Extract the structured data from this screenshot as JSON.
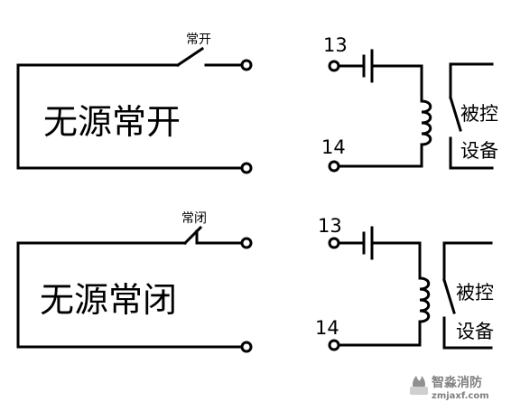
{
  "panels": [
    {
      "switch_label": "常开",
      "title": "无源常开",
      "pin_top": "13",
      "pin_bottom": "14",
      "device_line1": "被控",
      "device_line2": "设备"
    },
    {
      "switch_label": "常闭",
      "title": "无源常闭",
      "pin_top": "13",
      "pin_bottom": "14",
      "device_line1": "被控",
      "device_line2": "设备"
    }
  ],
  "watermark": {
    "name": "智淼消防",
    "url": "zmjaxf.com"
  }
}
